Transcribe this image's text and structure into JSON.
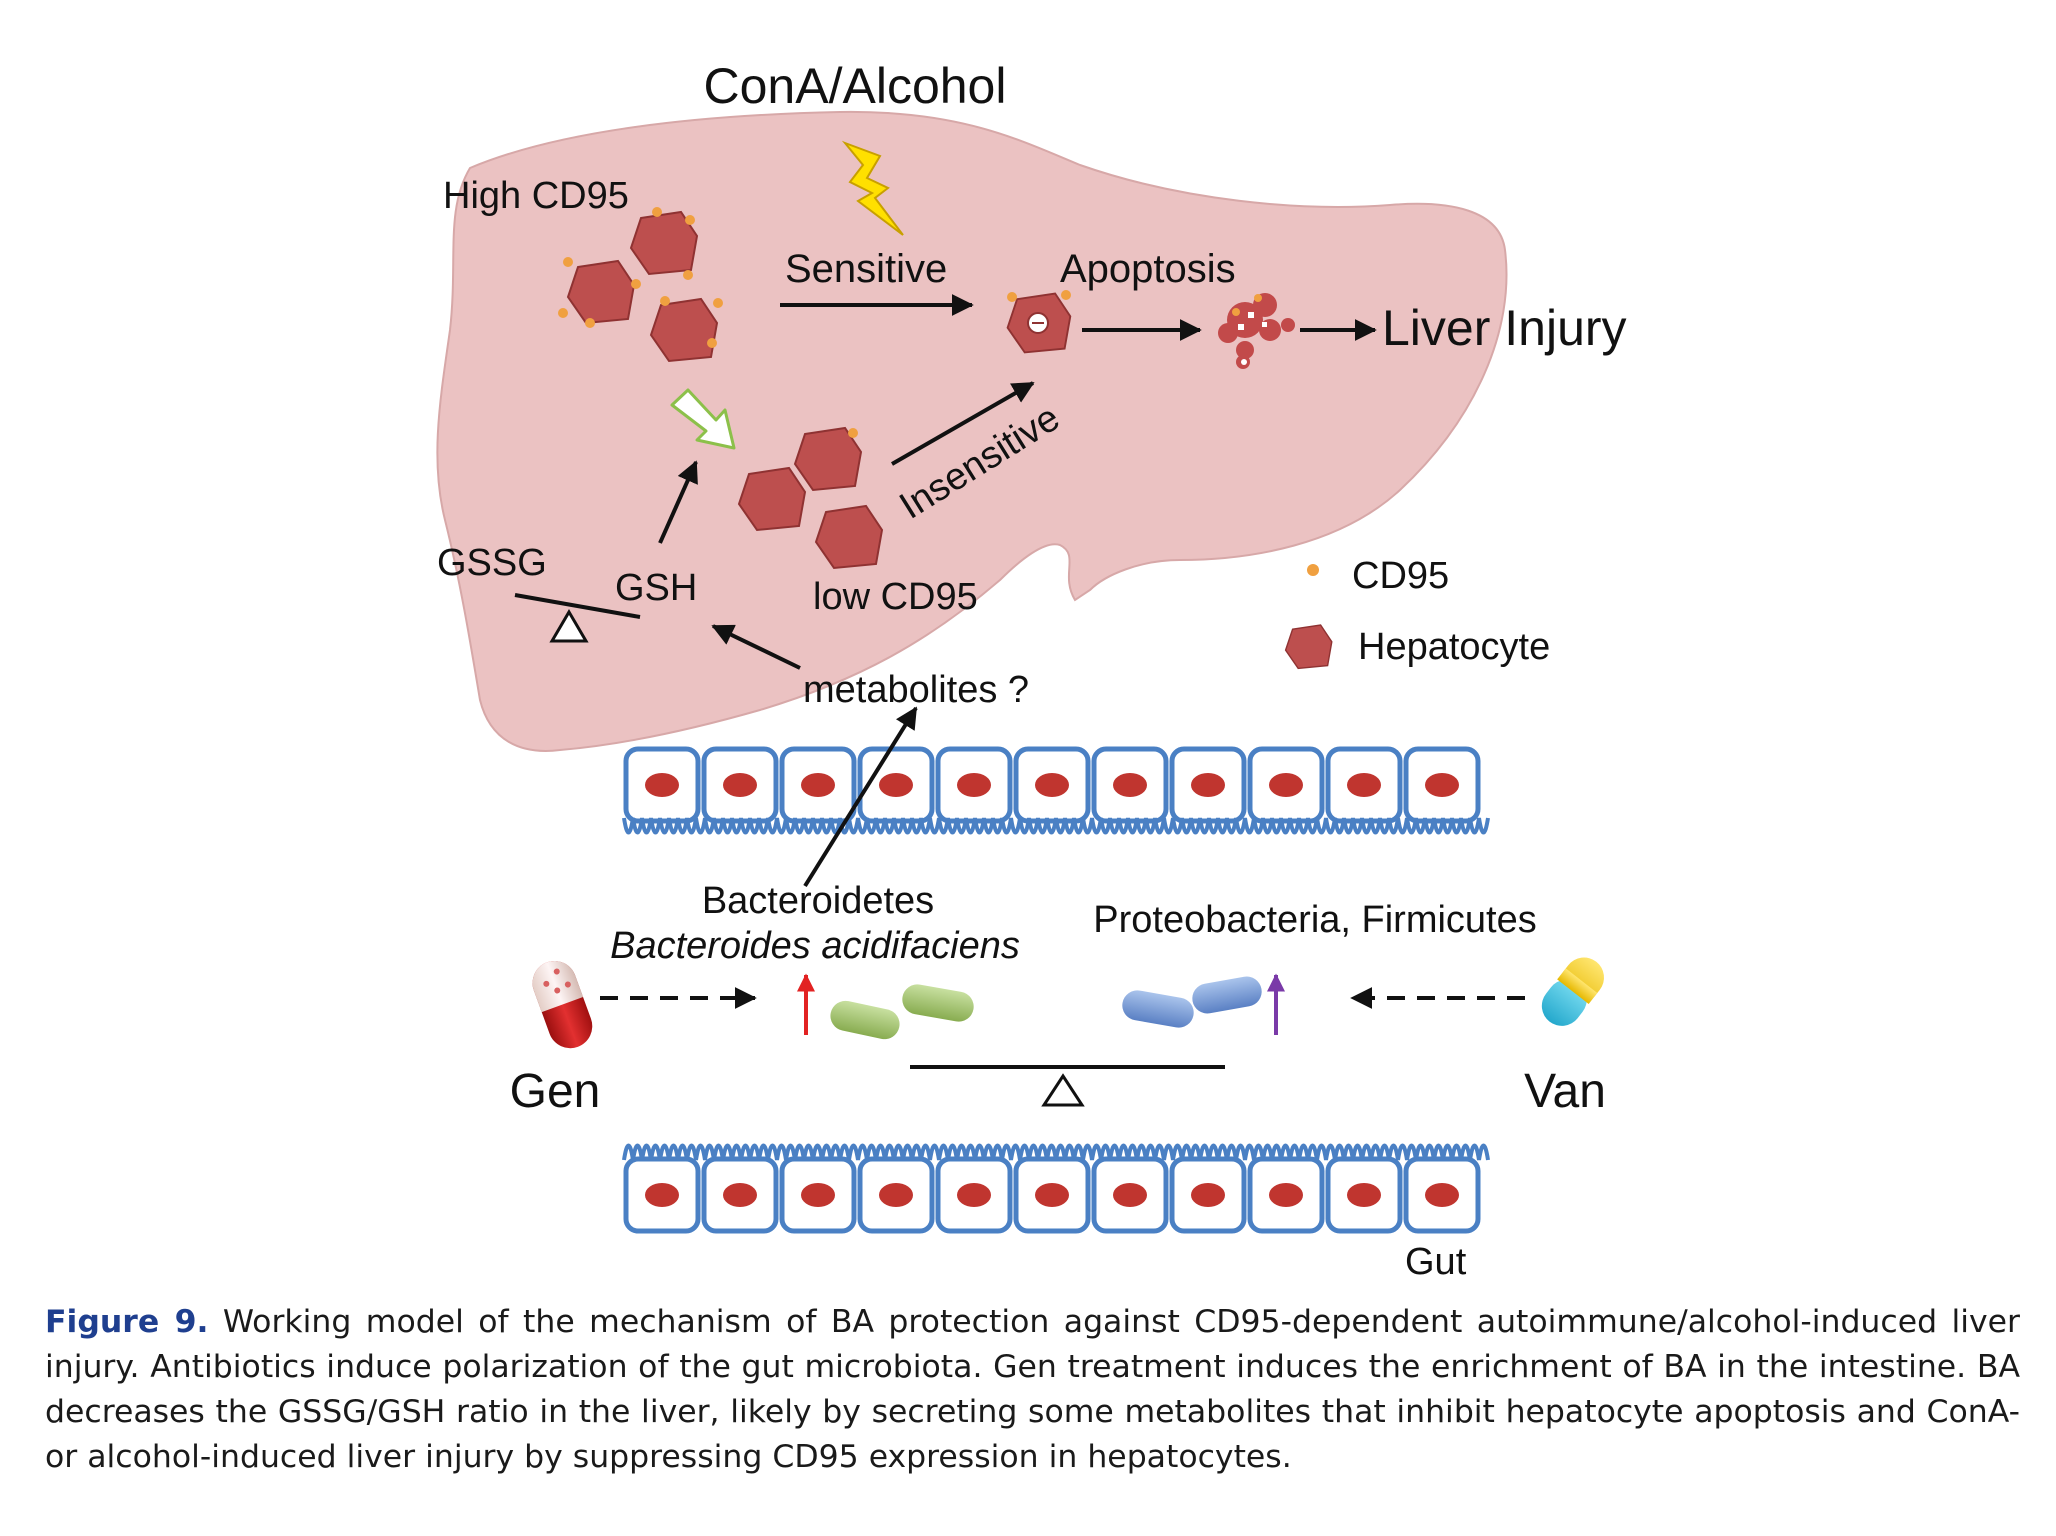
{
  "diagram": {
    "title": "ConA/Alcohol",
    "labels": {
      "high_cd95": "High CD95",
      "low_cd95": "low CD95",
      "sensitive": "Sensitive",
      "insensitive": "Insensitive",
      "apoptosis": "Apoptosis",
      "liver_injury": "Liver Injury",
      "gssg": "GSSG",
      "gsh": "GSH",
      "metabolites": "metabolites ?",
      "bacteroidetes": "Bacteroidetes",
      "bacteroides": "Bacteroides acidifaciens",
      "proteobacteria": "Proteobacteria, Firmicutes",
      "gen": "Gen",
      "van": "Van",
      "gut": "Gut"
    },
    "legend": {
      "cd95": "CD95",
      "hepatocyte": "Hepatocyte"
    },
    "colors": {
      "liver": "#ebc2c2",
      "hepatocyte": "#bd4f4e",
      "cd95": "#f0a040",
      "gut_outline": "#4a80c4",
      "nucleus": "#c0352f",
      "increase_red": "#e22222",
      "increase_purple": "#7a3aa8",
      "bacteroides_green": "#98b860",
      "proteo_blue": "#6f93cf",
      "open_arrow": "#8cc04a"
    }
  },
  "caption": {
    "label": "Figure 9.",
    "text": " Working model of the mechanism of BA protection against CD95-dependent autoimmune/alcohol-induced liver injury. Antibiotics induce polarization of the gut microbiota. Gen treatment induces the enrichment of BA in the intestine. BA decreases the GSSG/GSH ratio in the liver, likely by secreting some metabolites that inhibit hepatocyte apoptosis and ConA- or alcohol-induced liver injury by suppressing CD95 expression in hepatocytes."
  }
}
